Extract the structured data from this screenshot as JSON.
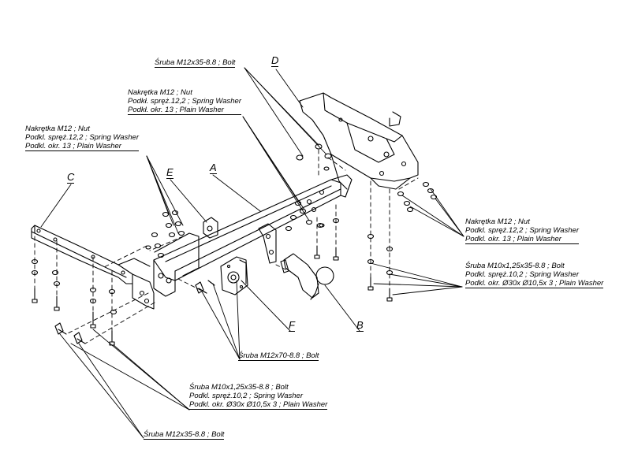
{
  "parts": {
    "A": "A",
    "B": "B",
    "C": "C",
    "D": "D",
    "E": "E",
    "F": "F"
  },
  "labels": {
    "bolt_m12x35_top": "Śruba M12x35-8.8 ;  Bolt",
    "nut_group_center": {
      "line1": "Nakrętka M12 ; Nut",
      "line2": "Podkł. spręż.12,2 ; Spring Washer",
      "line3": "Podkł. okr. 13 ; Plain Washer"
    },
    "nut_group_left": {
      "line1": "Nakrętka  M12 ; Nut",
      "line2": "Podkl. spręż.12,2 ; Spring Washer",
      "line3": "Podkl. okr. 13 ; Plain Washer"
    },
    "nut_group_right": {
      "line1": "Nakrętka M12 ; Nut",
      "line2": "Podkl. spręż.12,2 ; Spring Washer",
      "line3": "Podkl. okr. 13 ; Plain Washer"
    },
    "bolt_m10_right": {
      "line1": "Śruba M10x1,25x35-8.8 ;  Bolt",
      "line2": "Podkl. spręż.10,2 ; Spring Washer",
      "line3": "Podkl. okr.  Ø30x Ø10,5x 3 ; Plain Washer"
    },
    "bolt_m12x70": "Śruba M12x70-8.8 ;  Bolt",
    "bolt_m10_bottom": {
      "line1": "Śruba M10x1,25x35-8.8 ;  Bolt",
      "line2": "Podkl. spręż.10,2 ; Spring Washer",
      "line3": "Podkl. okr.  Ø30x Ø10,5x 3 ; Plain Washer"
    },
    "bolt_m12x35_bottom": "Śruba M12x35-8.8 ;  Bolt"
  }
}
